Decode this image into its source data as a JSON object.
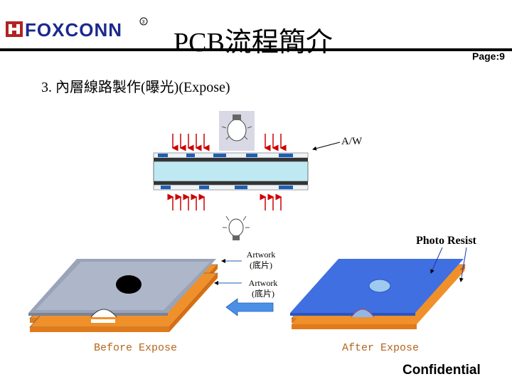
{
  "header": {
    "logo_text": "FOXCONN",
    "title": "PCB流程簡介",
    "page": "Page:9"
  },
  "subtitle": "3. 內層線路製作(曝光)(Expose)",
  "diagram": {
    "aw_label": "A/W",
    "photo_resist_label": "Photo Resist",
    "artwork_top": "Artwork",
    "artwork_top_sub": "(底片)",
    "artwork_bottom": "Artwork",
    "artwork_bottom_sub": "(底片)",
    "before_label": "Before Expose",
    "after_label": "After Expose"
  },
  "footer": {
    "confidential": "Confidential"
  },
  "colors": {
    "logo_red": "#b22222",
    "logo_blue": "#1c2a8c",
    "arrow_red": "#cc0000",
    "board_blue": "#3f6fe0",
    "board_grey": "#9aa4b8",
    "copper_orange": "#f0902a",
    "core_cyan": "#bfe9f2",
    "caption_brown": "#b5651d"
  }
}
